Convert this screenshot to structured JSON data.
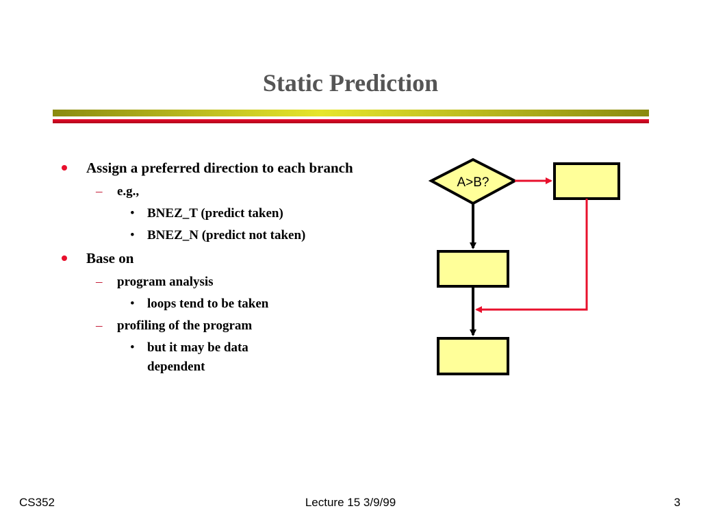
{
  "title": "Static Prediction",
  "bullets": [
    {
      "text": "Assign a preferred direction to each branch",
      "children": [
        {
          "text": "e.g.,",
          "children": [
            "BNEZ_T  (predict taken)",
            "BNEZ_N (predict not taken)"
          ]
        }
      ]
    },
    {
      "text": "Base on",
      "children": [
        {
          "text": "program analysis",
          "children": [
            "loops tend to be taken"
          ]
        },
        {
          "text": "profiling of the program",
          "children": [
            "but it may be data dependent"
          ]
        }
      ]
    }
  ],
  "diagram": {
    "condition_label": "A>B?",
    "colors": {
      "box_fill": "#ffff99",
      "box_stroke": "#000000",
      "taken_arrow": "#e8102c",
      "fallthrough_arrow": "#000000"
    }
  },
  "footer": {
    "course": "CS352",
    "lecture": "Lecture 15  3/9/99",
    "page": "3"
  },
  "colors": {
    "title": "#555555",
    "bullet": "#e8102c",
    "rule_olive": "#b8b820",
    "rule_red": "#e8102c"
  }
}
